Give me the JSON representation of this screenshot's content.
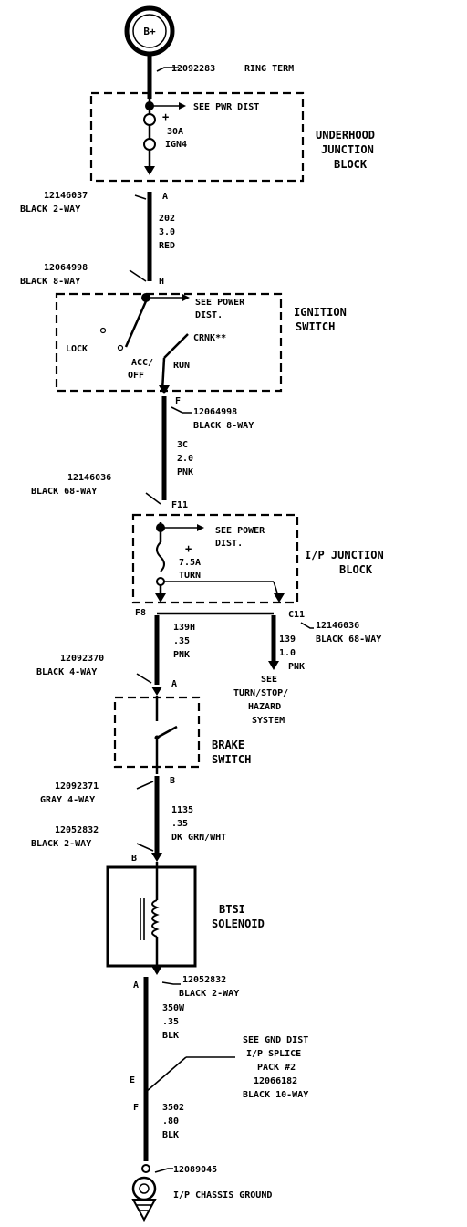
{
  "battery": {
    "label": "B+"
  },
  "ring_term": {
    "part": "12092283",
    "desc": "RING TERM"
  },
  "underhood_block": {
    "title_lines": [
      "UNDERHOOD",
      "JUNCTION",
      "BLOCK"
    ],
    "see_pwr_dist": "SEE PWR DIST",
    "fuse_rating": "30A",
    "fuse_name": "IGN4"
  },
  "conn_underhood": {
    "part": "12146037",
    "desc": "BLACK 2-WAY",
    "pin": "A"
  },
  "wire_202": {
    "circuit": "202",
    "gauge": "3.0",
    "color": "RED"
  },
  "conn_ign_in": {
    "part": "12064998",
    "desc": "BLACK 8-WAY",
    "pin": "H"
  },
  "ignition_switch": {
    "title_lines": [
      "IGNITION",
      "SWITCH"
    ],
    "see_power_lines": [
      "SEE POWER",
      "DIST."
    ],
    "crank": "CRNK**",
    "lock": "LOCK",
    "acc_off_lines": [
      "ACC/",
      "OFF"
    ],
    "run": "RUN"
  },
  "conn_ign_out": {
    "pin": "F",
    "part": "12064998",
    "desc": "BLACK 8-WAY"
  },
  "wire_3c": {
    "circuit": "3C",
    "gauge": "2.0",
    "color": "PNK"
  },
  "conn_ip_in": {
    "part": "12146036",
    "desc": "BLACK 68-WAY",
    "pin": "F11"
  },
  "ip_block": {
    "title_lines": [
      "I/P  JUNCTION",
      "BLOCK"
    ],
    "see_power_lines": [
      "SEE POWER",
      "DIST."
    ],
    "fuse_rating": "7.5A",
    "fuse_name": "TURN"
  },
  "conn_ip_out": {
    "pin": "F8"
  },
  "conn_c11": {
    "pin": "C11",
    "part": "12146036",
    "desc": "BLACK 68-WAY"
  },
  "wire_139h": {
    "circuit": "139H",
    "gauge": ".35",
    "color": "PNK"
  },
  "wire_139": {
    "circuit": "139",
    "gauge": "1.0",
    "color": "PNK"
  },
  "see_turn_lines": [
    "SEE",
    "TURN/STOP/",
    "HAZARD",
    "SYSTEM"
  ],
  "conn_brake_in": {
    "part": "12092370",
    "desc": "BLACK 4-WAY",
    "pin": "A"
  },
  "brake_switch": {
    "title_lines": [
      "BRAKE",
      "SWITCH"
    ]
  },
  "conn_brake_out": {
    "pin": "B",
    "part": "12092371",
    "desc": "GRAY 4-WAY"
  },
  "wire_1135": {
    "circuit": "1135",
    "gauge": ".35",
    "color": "DK GRN/WHT"
  },
  "conn_btsi_in": {
    "part": "12052832",
    "desc": "BLACK 2-WAY",
    "pin": "B"
  },
  "btsi": {
    "title_lines": [
      "BTSI",
      "SOLENOID"
    ]
  },
  "conn_btsi_out": {
    "pin": "A",
    "part": "12052832",
    "desc": "BLACK 2-WAY"
  },
  "wire_350w": {
    "circuit": "350W",
    "gauge": ".35",
    "color": "BLK"
  },
  "splice": {
    "pin_in": "E",
    "pin_out": "F",
    "note_lines": [
      "SEE GND DIST",
      "I/P SPLICE",
      "PACK #2",
      "12066182",
      "BLACK 10-WAY"
    ]
  },
  "wire_3502": {
    "circuit": "3502",
    "gauge": ".80",
    "color": "BLK"
  },
  "ground": {
    "part": "12089045",
    "desc": "I/P CHASSIS GROUND"
  }
}
